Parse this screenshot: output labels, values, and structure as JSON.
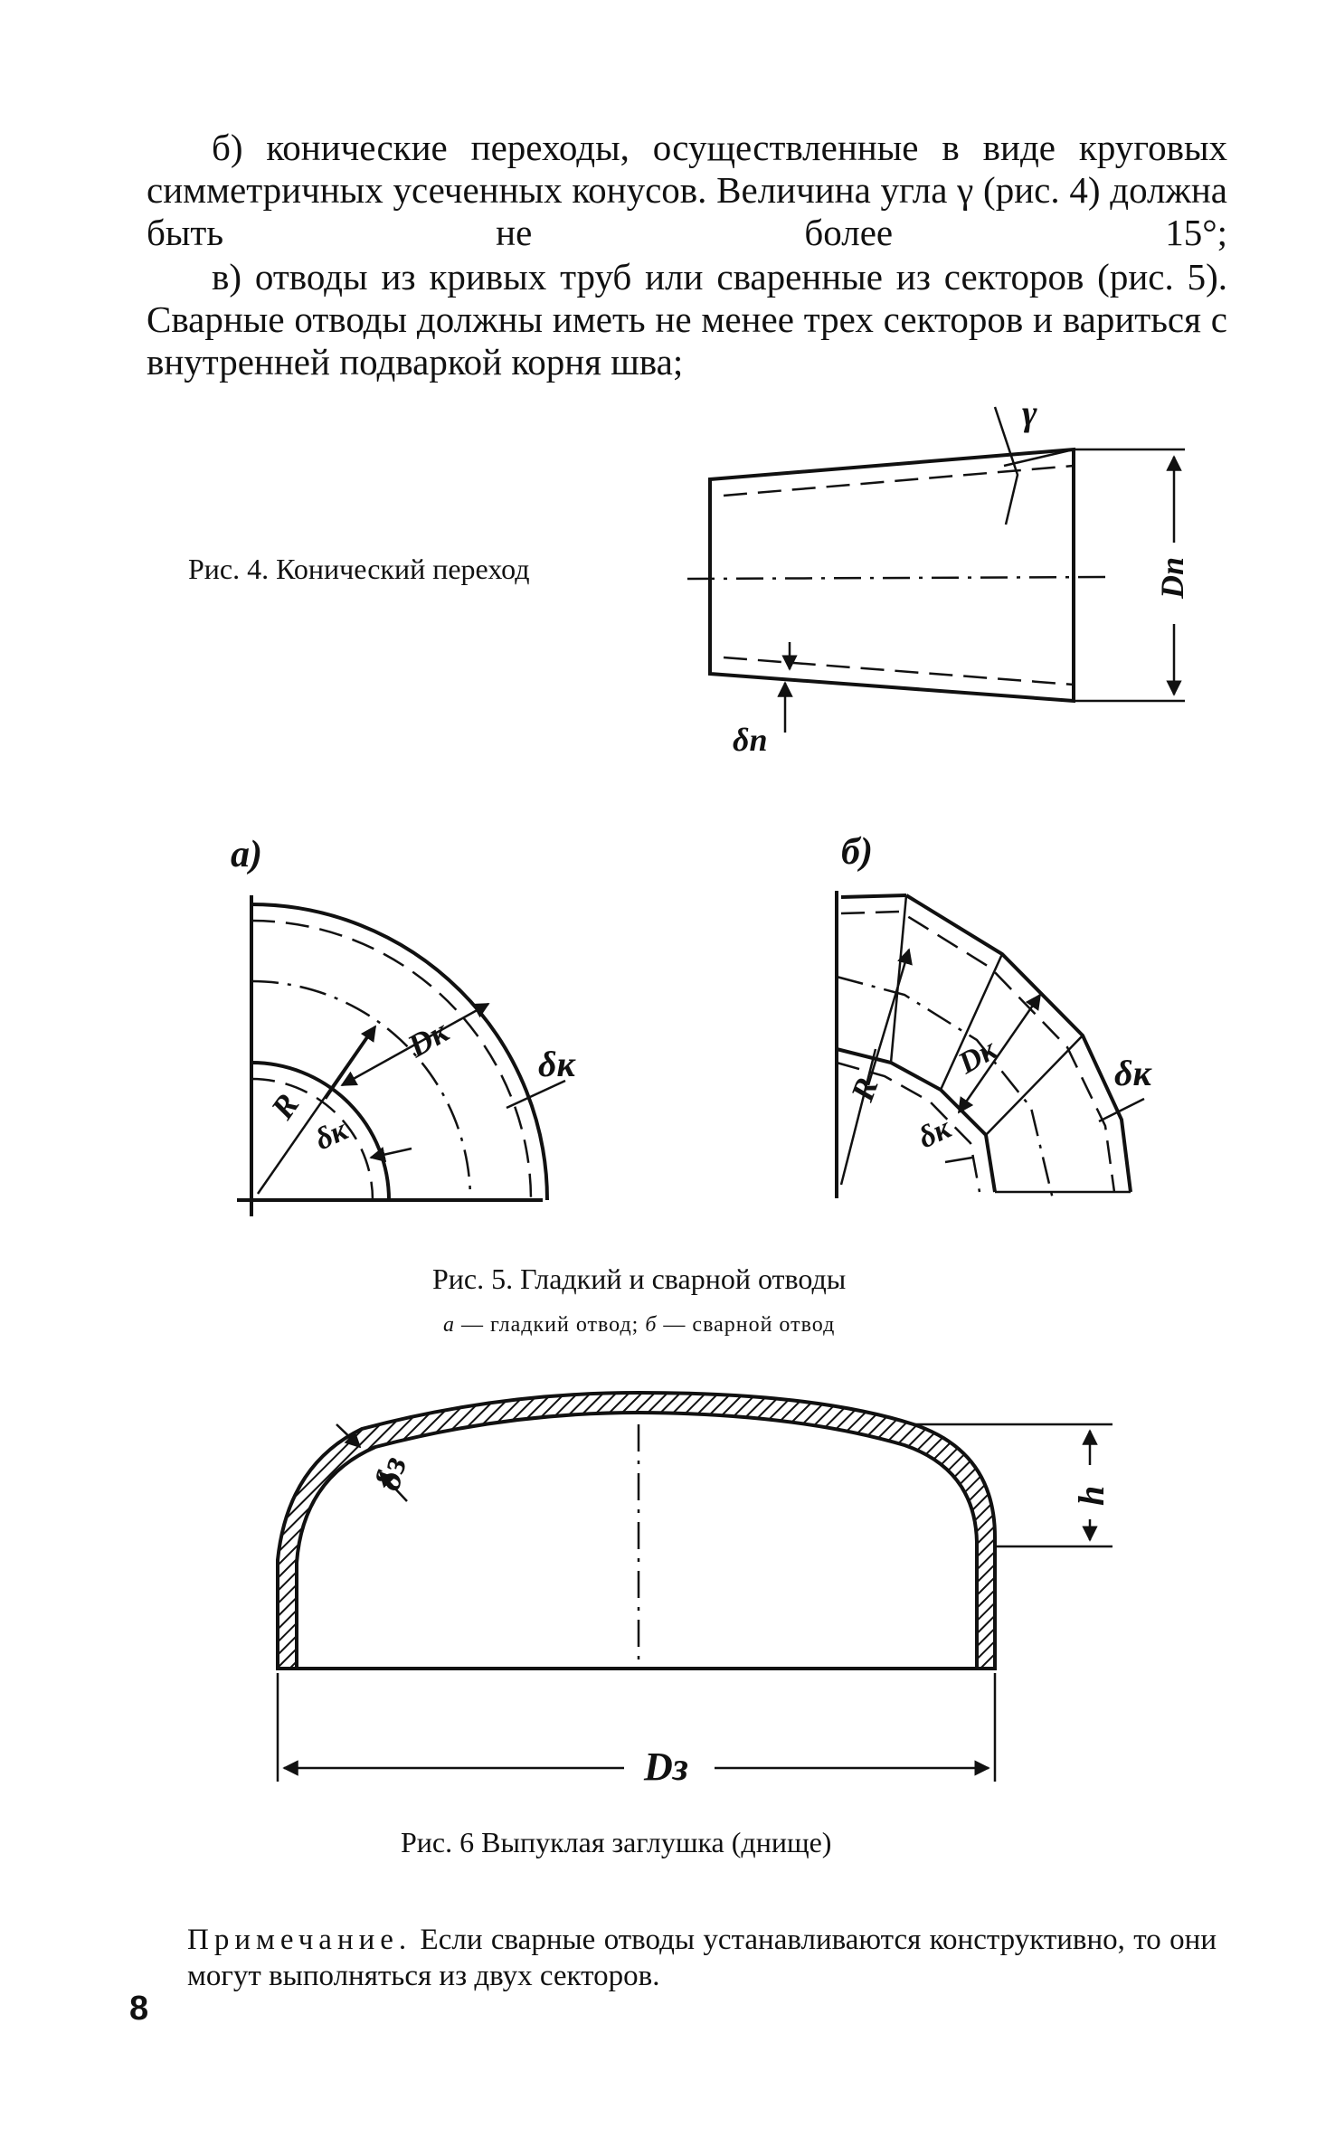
{
  "text": {
    "item_b": "б) конические переходы, осуществленные в виде круговых симметричных усеченных конусов. Величина угла γ (рис. 4) должна быть не более 15°;",
    "item_v": "в) отводы из кривых труб или сваренные из секторов (рис. 5). Сварные отводы должны иметь не менее трех секторов и вариться с внутренней подваркой корня шва;"
  },
  "fig4": {
    "caption": "Рис. 4. Конический переход",
    "label_gamma": "γ",
    "label_diameter": "Dп",
    "label_thickness": "δп"
  },
  "fig5": {
    "label_a": "а)",
    "label_b": "б)",
    "label_R": "R",
    "label_Dk": "Dк",
    "label_dk": "δк",
    "caption": "Рис. 5. Гладкий и сварной отводы",
    "legend_a_letter": "а",
    "legend_a_text": " — гладкий отвод; ",
    "legend_b_letter": "б",
    "legend_b_text": " — сварной отвод"
  },
  "fig6": {
    "label_thickness": "δз",
    "label_height": "h",
    "label_diameter": "Dз",
    "caption": "Рис. 6 Выпуклая заглушка (днище)"
  },
  "note": {
    "label": "Примечание.",
    "text": " Если сварные отводы устанавливаются конструктивно, то они могут выполняться из двух секторов."
  },
  "page_number": "8"
}
